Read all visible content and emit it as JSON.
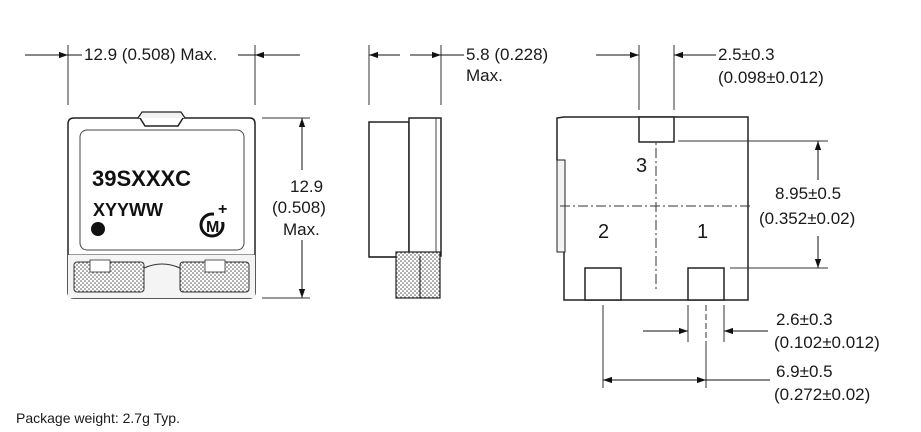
{
  "front_view": {
    "width_label": "12.9 (0.508) Max.",
    "height_label_1": "12.9",
    "height_label_2": "(0.508)",
    "height_label_3": "Max.",
    "part_number": "39SXXXC",
    "date_code": "XYYWW",
    "logo_letter": "M",
    "logo_plus": "+"
  },
  "side_view": {
    "depth_label_1": "5.8 (0.228)",
    "depth_label_2": "Max."
  },
  "bottom_view": {
    "pad3_width_1": "2.5±0.3",
    "pad3_width_2": "(0.098±0.012)",
    "pitch_1": "8.95±0.5",
    "pitch_2": "(0.352±0.02)",
    "pad_width_1": "2.6±0.3",
    "pad_width_2": "(0.102±0.012)",
    "span_1": "6.9±0.5",
    "span_2": "(0.272±0.02)",
    "pin1": "1",
    "pin2": "2",
    "pin3": "3"
  },
  "footer": {
    "weight_note": "Package weight: 2.7g Typ."
  }
}
